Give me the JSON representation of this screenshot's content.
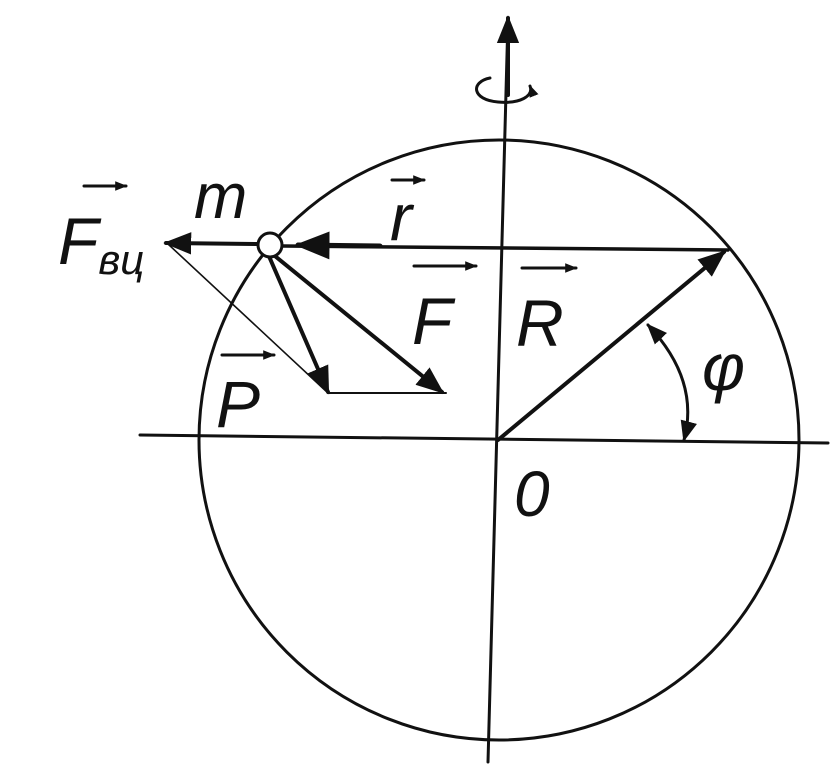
{
  "labels": {
    "force_centrifugal_main": "F",
    "force_centrifugal_sub": "вц",
    "mass": "m",
    "radius_small": "r",
    "force_F": "F",
    "force_P": "P",
    "radius_big": "R",
    "angle": "φ",
    "origin": "0"
  },
  "colors": {
    "ink": "#111111",
    "background": "#ffffff"
  }
}
